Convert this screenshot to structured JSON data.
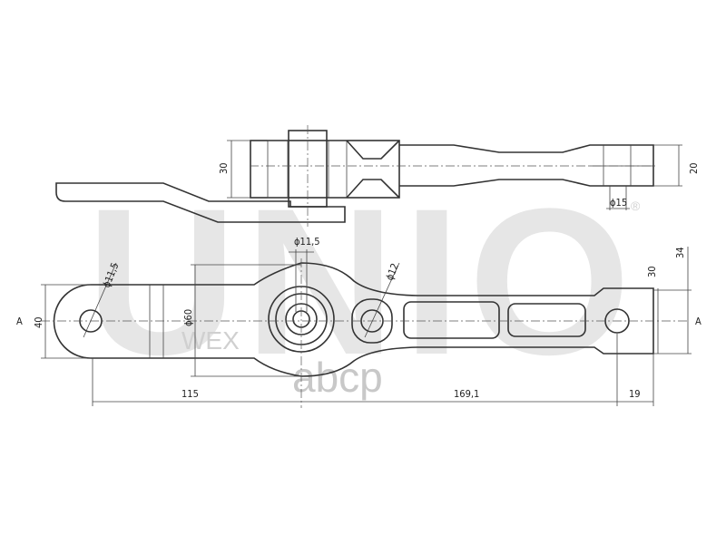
{
  "watermark": {
    "brand": "UNIO",
    "registered": "®",
    "sub": "WEX",
    "store": "abcp"
  },
  "dimensions": {
    "top_height": "30",
    "top_right_height": "20",
    "top_pin_dia": "ϕ15",
    "hole_dia_top": "ϕ11,5",
    "left_hole_dia": "ϕ11,5",
    "small_hole_dia": "ϕ12",
    "disc_dia": "ϕ60",
    "left_width": "40",
    "right_end_width": "30",
    "overall_right": "34",
    "len_left": "115",
    "len_mid": "169,1",
    "len_right": "19"
  },
  "section_marks": {
    "left": "A",
    "right": "A"
  }
}
